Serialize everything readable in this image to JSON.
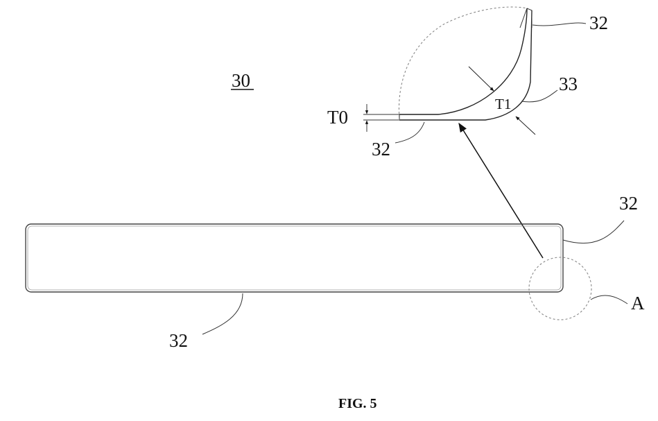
{
  "labels": {
    "part_30": "30",
    "ref_32_top_right": "32",
    "ref_33": "33",
    "ref_t1": "T1",
    "ref_t0": "T0",
    "ref_32_inner_bottom": "32",
    "ref_32_plate_right": "32",
    "ref_a": "A",
    "ref_32_plate_bottom": "32"
  },
  "caption": "FIG. 5"
}
